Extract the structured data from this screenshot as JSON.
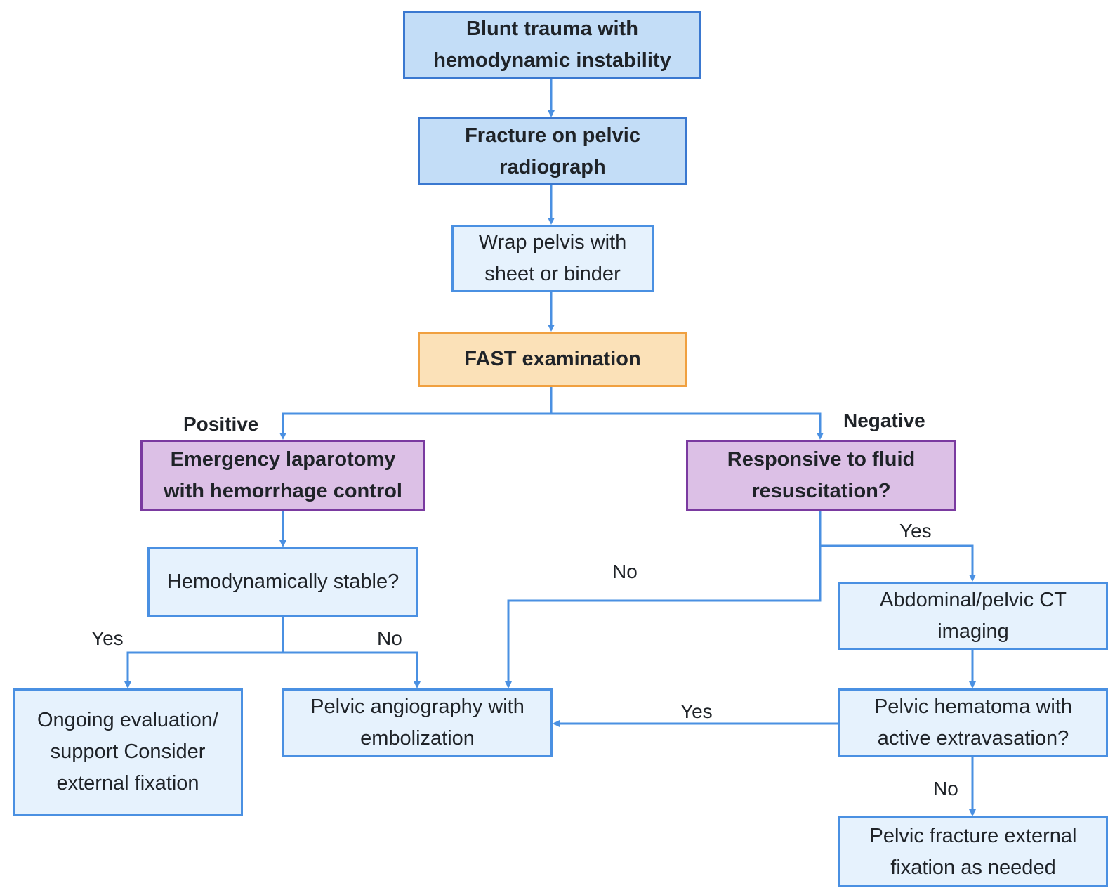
{
  "colors": {
    "connector": "#4a90e2",
    "primary_fill": "#c3ddf7",
    "fast_fill": "#fbe1b8",
    "decision_fill": "#dcc0e6",
    "step_fill": "#e6f2fd"
  },
  "nodes": {
    "blunt_trauma": "Blunt trauma with hemodynamic instability",
    "fracture": "Fracture on pelvic radiograph",
    "wrap_pelvis": "Wrap pelvis with sheet or binder",
    "fast": "FAST examination",
    "laparotomy": "Emergency laparotomy with hemorrhage control",
    "fluid": "Responsive to fluid resuscitation?",
    "hemo_stable": "Hemodynamically stable?",
    "ongoing": "Ongoing evaluation/ support Consider external fixation",
    "angiography": "Pelvic angiography with embolization",
    "ct": "Abdominal/pelvic CT imaging",
    "hematoma": "Pelvic hematoma with active extravasation?",
    "external_fixation": "Pelvic fracture external fixation as needed"
  },
  "edge_labels": {
    "positive": "Positive",
    "negative": "Negative",
    "fluid_yes": "Yes",
    "fluid_no": "No",
    "stable_yes": "Yes",
    "stable_no": "No",
    "hematoma_yes": "Yes",
    "hematoma_no": "No"
  }
}
